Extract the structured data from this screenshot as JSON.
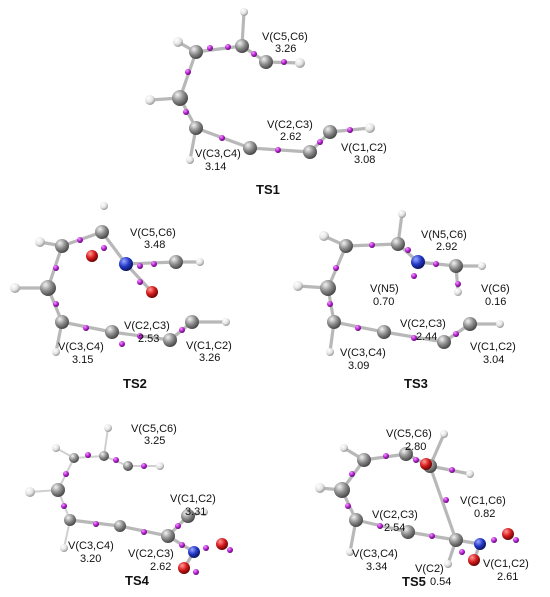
{
  "figure": {
    "panels": [
      {
        "id": "ts1",
        "title": "TS1",
        "labels": [
          {
            "name": "V(C5,C6)",
            "value": "3.26"
          },
          {
            "name": "V(C2,C3)",
            "value": "2.62"
          },
          {
            "name": "V(C1,C2)",
            "value": "3.08"
          },
          {
            "name": "V(C3,C4)",
            "value": "3.14"
          }
        ]
      },
      {
        "id": "ts2",
        "title": "TS2",
        "labels": [
          {
            "name": "V(C5,C6)",
            "value": "3.48"
          },
          {
            "name": "V(C2,C3)",
            "value": "2.53"
          },
          {
            "name": "V(C1,C2)",
            "value": "3.26"
          },
          {
            "name": "V(C3,C4)",
            "value": "3.15"
          }
        ]
      },
      {
        "id": "ts3",
        "title": "TS3",
        "labels": [
          {
            "name": "V(N5,C6)",
            "value": "2.92"
          },
          {
            "name": "V(N5)",
            "value": "0.70"
          },
          {
            "name": "V(C6)",
            "value": "0.16"
          },
          {
            "name": "V(C2,C3)",
            "value": "2.44"
          },
          {
            "name": "V(C1,C2)",
            "value": "3.04"
          },
          {
            "name": "V(C3,C4)",
            "value": "3.09"
          }
        ]
      },
      {
        "id": "ts4",
        "title": "TS4",
        "labels": [
          {
            "name": "V(C5,C6)",
            "value": "3.25"
          },
          {
            "name": "V(C1,C2)",
            "value": "3.31"
          },
          {
            "name": "V(C3,C4)",
            "value": "3.20"
          },
          {
            "name": "V(C2,C3)",
            "value": "2.62"
          }
        ]
      },
      {
        "id": "ts5",
        "title": "TS5",
        "labels": [
          {
            "name": "V(C5,C6)",
            "value": "2.80"
          },
          {
            "name": "V(C1,C6)",
            "value": "0.82"
          },
          {
            "name": "V(C2,C3)",
            "value": "2.54"
          },
          {
            "name": "V(C3,C4)",
            "value": "3.34"
          },
          {
            "name": "V(C2)",
            "value": "0.54"
          },
          {
            "name": "V(C1,C2)",
            "value": "2.61"
          }
        ]
      }
    ],
    "colors": {
      "carbon": "#8c8c8c",
      "hydrogen": "#e4e4e4",
      "nitrogen": "#2438c8",
      "oxygen": "#d61a1a",
      "basin": "#b51fd0",
      "bond": "#b8b8b8"
    }
  }
}
